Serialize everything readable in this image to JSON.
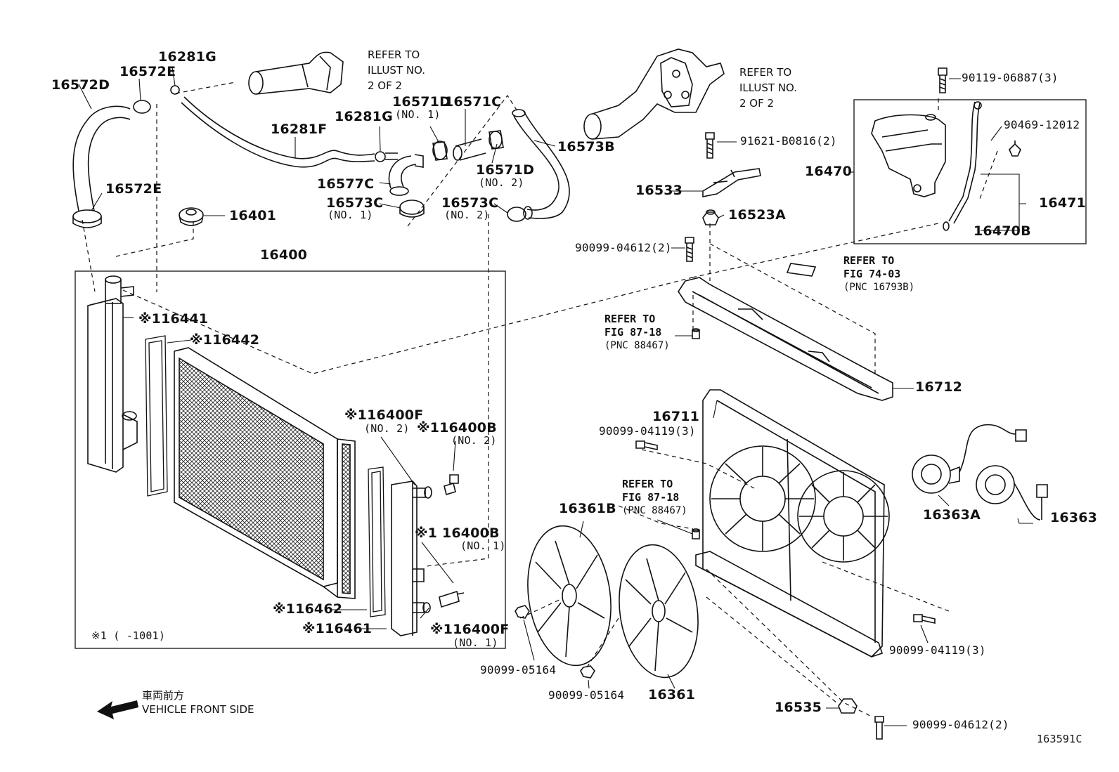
{
  "diagram": {
    "code": "163591C",
    "note": "※1 (      -1001)",
    "front": {
      "jp": "車両前方",
      "en": "VEHICLE FRONT SIDE"
    }
  },
  "refs": {
    "illust_a": [
      "REFER TO",
      "ILLUST NO.",
      "2 OF 2"
    ],
    "illust_b": [
      "REFER TO",
      "ILLUST NO.",
      "2 OF 2"
    ],
    "fig74": [
      "REFER TO",
      "FIG 74-03",
      "(PNC 16793B)"
    ],
    "fig87a": [
      "REFER TO",
      "FIG 87-18",
      "(PNC 88467)"
    ],
    "fig87b": [
      "REFER TO",
      "FIG 87-18",
      "(PNC 88467)"
    ]
  },
  "parts": {
    "p16572D": "16572D",
    "p16572E_a": "16572E",
    "p16572E_b": "16572E",
    "p16281G_a": "16281G",
    "p16281G_b": "16281G",
    "p16281F": "16281F",
    "p16571D_a": "16571D",
    "p16571D_a_sub": "(NO. 1)",
    "p16571C": "16571C",
    "p16571D_b": "16571D",
    "p16571D_b_sub": "(NO. 2)",
    "p16573B": "16573B",
    "p16577C": "16577C",
    "p16573C_a": "16573C",
    "p16573C_a_sub": "(NO. 1)",
    "p16573C_b": "16573C",
    "p16573C_b_sub": "(NO. 2)",
    "p16401": "16401",
    "p16400": "16400",
    "p16441": "※116441",
    "p16442": "※116442",
    "p16400F_a": "※116400F",
    "p16400F_a_sub": "(NO. 2)",
    "p16400B_a": "※116400B",
    "p16400B_a_sub": "(NO. 2)",
    "p16400B_b": "※1 16400B",
    "p16400B_b_sub": "(NO. 1)",
    "p16462": "※116462",
    "p16461": "※116461",
    "p16400F_b": "※116400F",
    "p16400F_b_sub": "(NO. 1)",
    "p90119": "90119-06887(3)",
    "p90469": "90469-12012",
    "p16470": "16470",
    "p16471": "16471",
    "p16470B": "16470B",
    "p91621": "91621-B0816(2)",
    "p16533": "16533",
    "p16523A": "16523A",
    "p90099_04612_a": "90099-04612(2)",
    "p16712": "16712",
    "p16711": "16711",
    "p90099_04119_a": "90099-04119(3)",
    "p16361B": "16361B",
    "p16363A": "16363A",
    "p16363": "16363",
    "p90099_05164_a": "90099-05164",
    "p90099_05164_b": "90099-05164",
    "p16361": "16361",
    "p90099_04119_b": "90099-04119(3)",
    "p16535": "16535",
    "p90099_04612_b": "90099-04612(2)"
  }
}
